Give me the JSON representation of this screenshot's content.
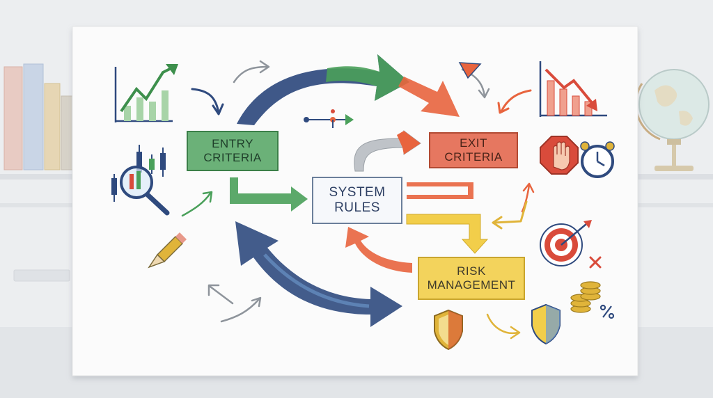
{
  "nodes": {
    "entry_criteria": {
      "line1": "ENTRY",
      "line2": "CRITERIA"
    },
    "system_rules": {
      "line1": "SYSTEM",
      "line2": "RULES"
    },
    "exit_criteria": {
      "line1": "EXIT",
      "line2": "CRITERIA"
    },
    "risk_management": {
      "line1": "RISK",
      "line2": "MANAGEMENT"
    }
  },
  "colors": {
    "green": "#4aa05a",
    "navy": "#2f4a7e",
    "orange": "#e8643e",
    "yellow": "#f2ce4a",
    "red": "#d94b3b",
    "gold": "#e0b43a",
    "paper": "#fafafa"
  },
  "icons": [
    "rising-line-chart-icon",
    "magnifier-candlestick-icon",
    "pencil-icon",
    "falling-bar-chart-icon",
    "stop-hand-icon",
    "alarm-clock-icon",
    "target-icon",
    "coins-percent-icon",
    "shield-icon",
    "bookshelf-icon",
    "globe-icon"
  ]
}
